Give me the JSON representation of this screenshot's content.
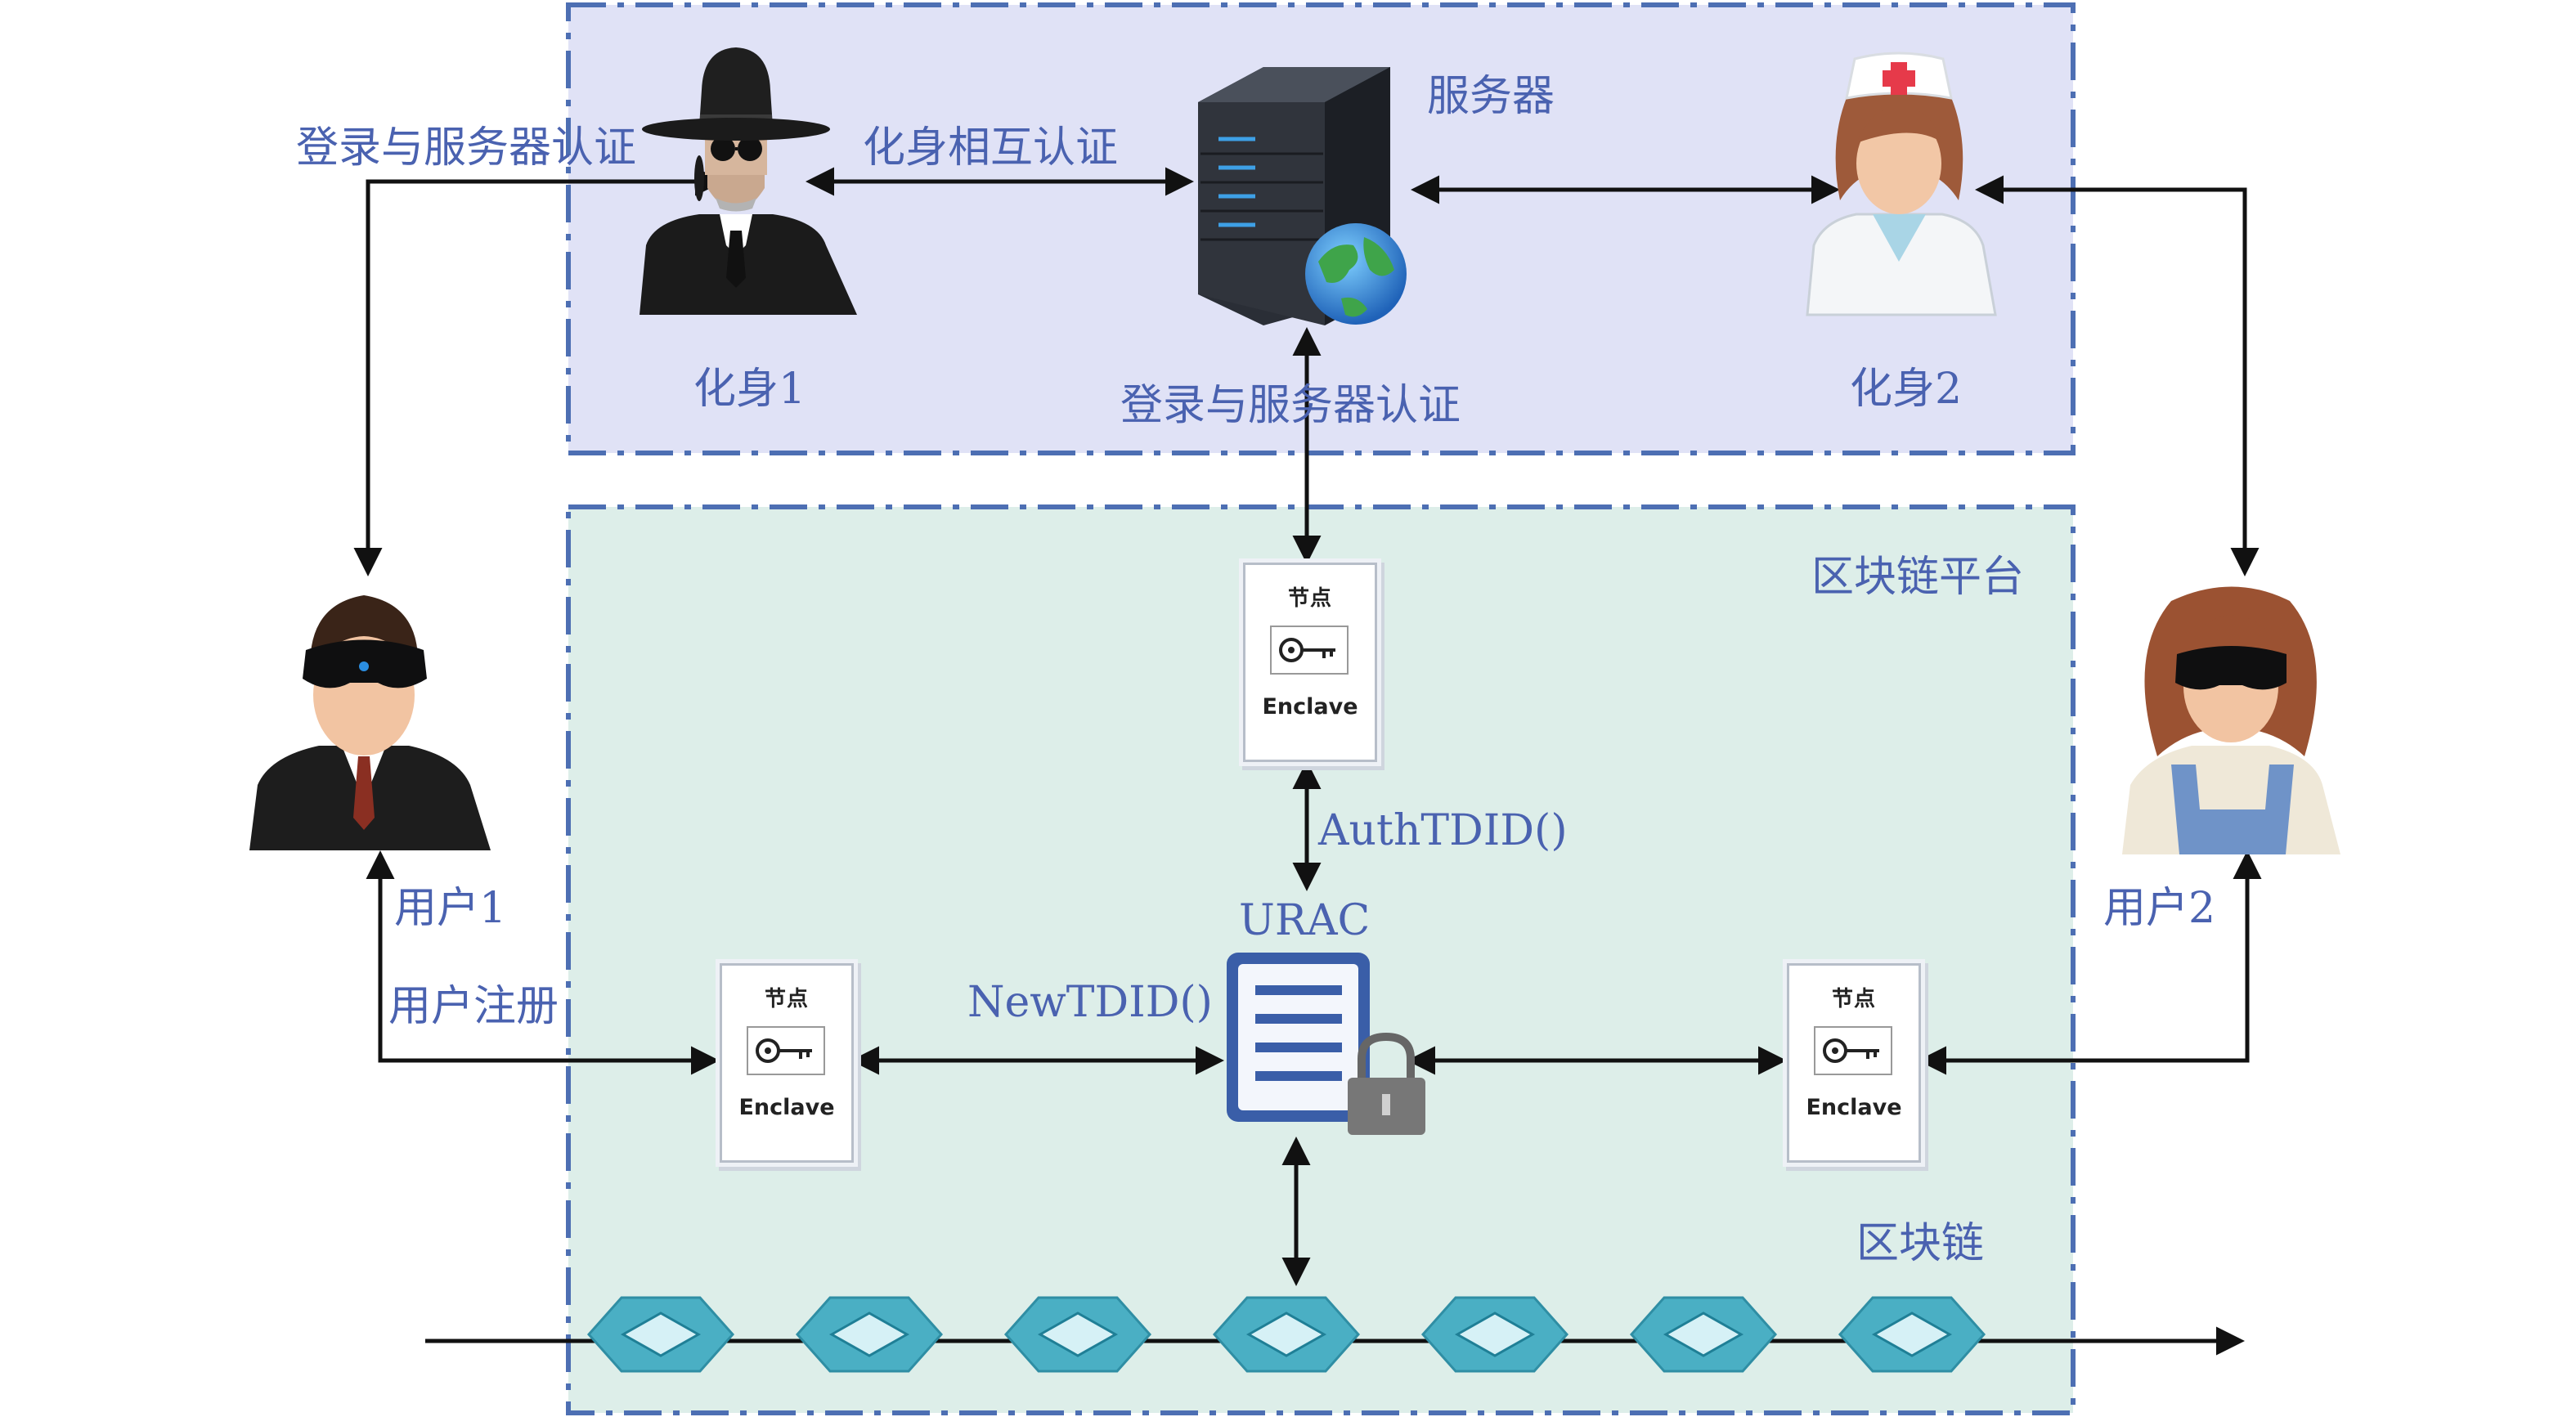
{
  "regions": {
    "avatar_world": {
      "fill": "#e0e2f6",
      "border": "#4d6fb3"
    },
    "blockchain_platform": {
      "label": "区块链平台",
      "fill": "#ddeee9",
      "border": "#4d6fb3"
    }
  },
  "actors": {
    "avatar1": {
      "label": "化身1",
      "icon": "spy-icon"
    },
    "avatar2": {
      "label": "化身2",
      "icon": "nurse-icon"
    },
    "server": {
      "label": "服务器",
      "icon": "server-globe-icon"
    },
    "user1": {
      "label": "用户1",
      "icon": "vr-man-icon"
    },
    "user2": {
      "label": "用户2",
      "icon": "vr-woman-icon"
    }
  },
  "edges": {
    "user1_login": "登录与服务器认证",
    "mutual_auth": "化身相互认证",
    "node_login": "登录与服务器认证",
    "auth_call": "AuthTDID()",
    "new_call": "NewTDID()",
    "register": "用户注册"
  },
  "contract": {
    "label": "URAC",
    "icon": "locked-document-icon"
  },
  "node_box": {
    "title": "节点",
    "enclave": "Enclave",
    "icon": "key-icon"
  },
  "chain": {
    "label": "区块链",
    "block_count": 7,
    "block_color": "#4aafc4"
  },
  "colors": {
    "text": "#4a62b0",
    "line": "#111111"
  }
}
